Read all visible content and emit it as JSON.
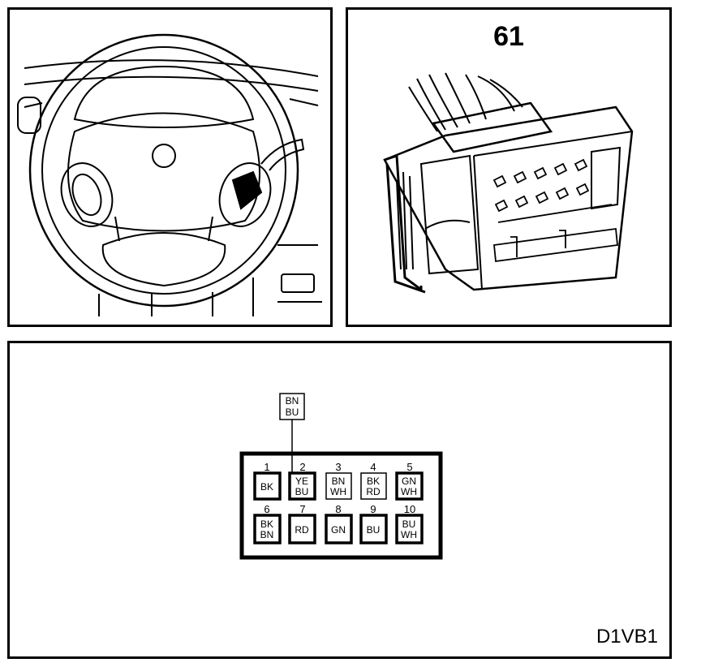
{
  "connector": {
    "number": "61"
  },
  "reference_code": "D1VB1",
  "callout": {
    "line1": "BN",
    "line2": "BU"
  },
  "pins": [
    {
      "num": "1",
      "color1": "BK",
      "color2": ""
    },
    {
      "num": "2",
      "color1": "YE",
      "color2": "BU"
    },
    {
      "num": "3",
      "color1": "BN",
      "color2": "WH"
    },
    {
      "num": "4",
      "color1": "BK",
      "color2": "RD"
    },
    {
      "num": "5",
      "color1": "GN",
      "color2": "WH"
    },
    {
      "num": "6",
      "color1": "BK",
      "color2": "BN"
    },
    {
      "num": "7",
      "color1": "RD",
      "color2": ""
    },
    {
      "num": "8",
      "color1": "GN",
      "color2": ""
    },
    {
      "num": "9",
      "color1": "BU",
      "color2": ""
    },
    {
      "num": "10",
      "color1": "BU",
      "color2": "WH"
    }
  ]
}
